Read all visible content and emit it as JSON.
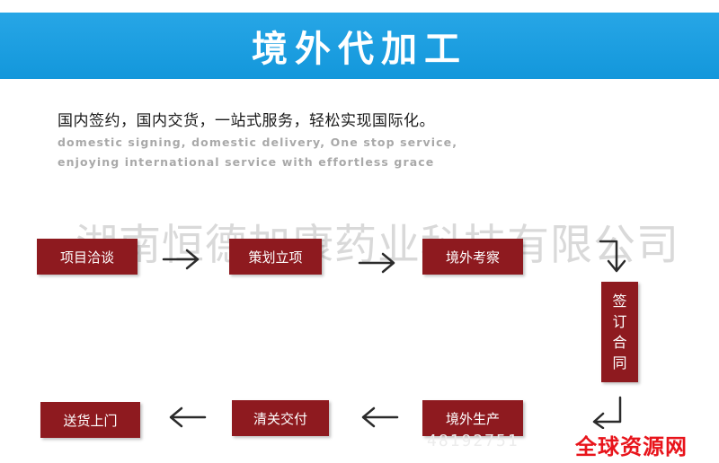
{
  "banner": {
    "title": "境外代加工"
  },
  "intro": {
    "cn": "国内签约，国内交货，一站式服务，轻松实现国际化。",
    "en_line1": "domestic signing, domestic delivery, One stop service,",
    "en_line2": "enjoying international service with effortless grace"
  },
  "watermark": "湖南恒德加康药业科技有限公司",
  "steps": {
    "negotiation": "项目洽谈",
    "planning": "策划立项",
    "inspection": "境外考察",
    "contract": [
      "签",
      "订",
      "合",
      "同"
    ],
    "production": "境外生产",
    "customs": "清关交付",
    "delivery": "送货上门"
  },
  "partial_code": "48192751",
  "logo": "全球资源网",
  "colors": {
    "banner": "#1a9de0",
    "step": "#8e1a1f",
    "arrow": "#2b2b2b",
    "logo": "#e8141b"
  }
}
